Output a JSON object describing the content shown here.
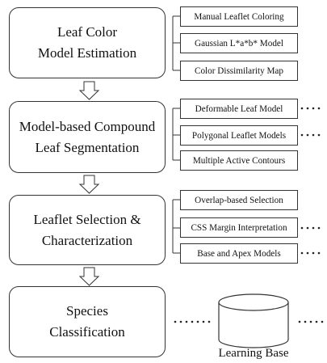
{
  "stages": [
    {
      "id": "s1",
      "label": "Leaf Color\nModel Estimation",
      "methods": [
        "Manual Leaflet Coloring",
        "Gaussian L*a*b* Model",
        "Color Dissimilarity Map"
      ]
    },
    {
      "id": "s2",
      "label": "Model-based Compound\nLeaf Segmentation",
      "methods": [
        "Deformable Leaf Model",
        "Polygonal Leaflet Models",
        "Multiple Active Contours"
      ]
    },
    {
      "id": "s3",
      "label": "Leaflet Selection &\nCharacterization",
      "methods": [
        "Overlap-based Selection",
        "CSS Margin Interpretation",
        "Base and Apex Models"
      ]
    },
    {
      "id": "s4",
      "label": "Species\nClassification",
      "methods": []
    }
  ],
  "database": {
    "label": "Learning Base",
    "icon": "database-cylinder-icon"
  }
}
